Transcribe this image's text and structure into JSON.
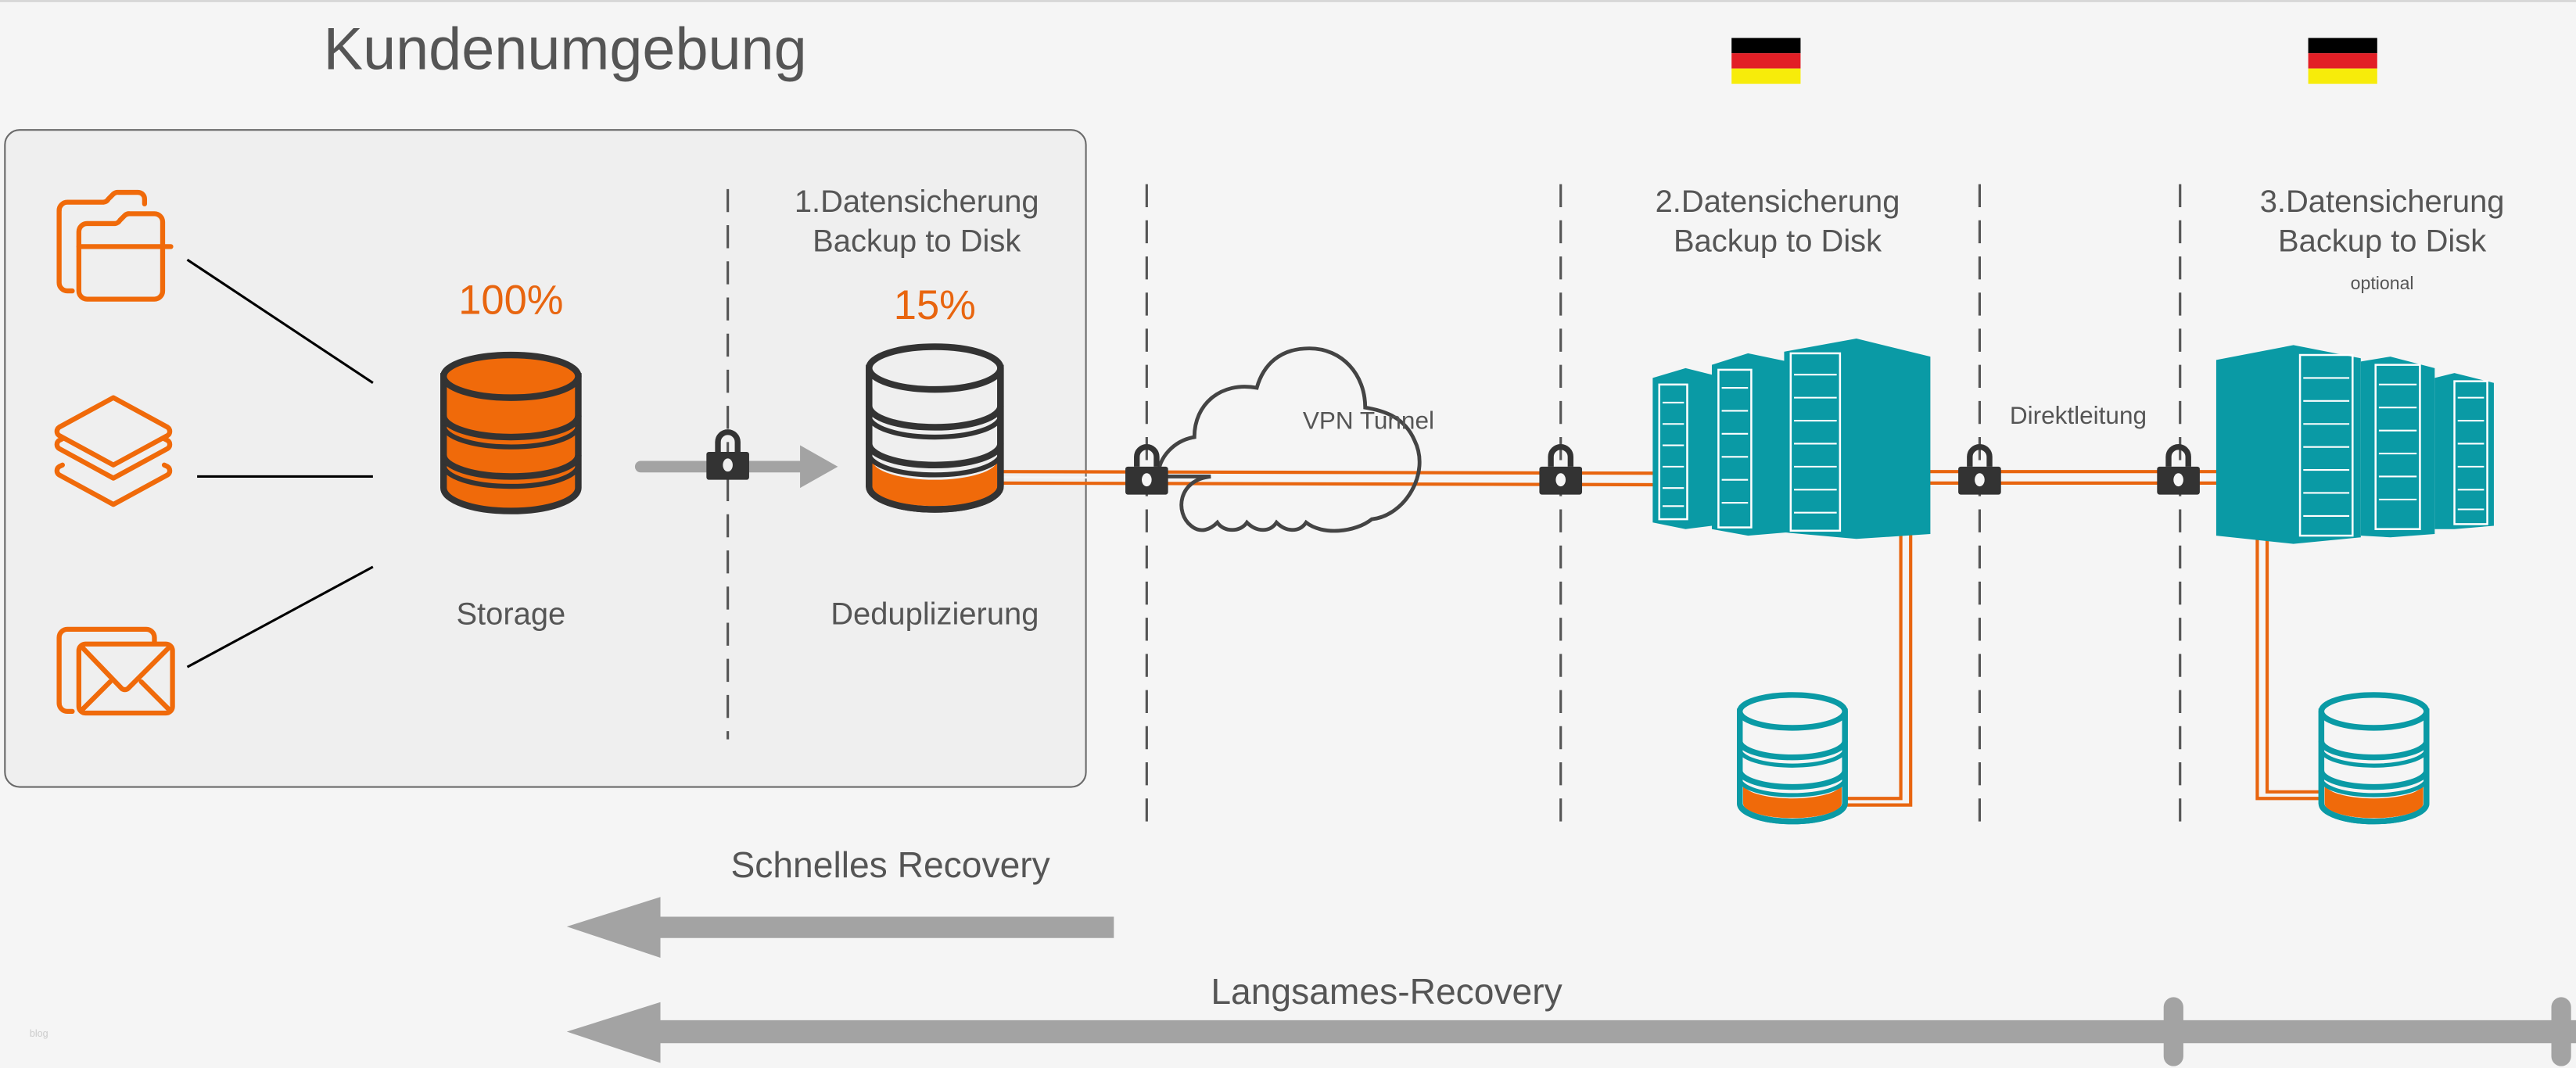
{
  "title": "Kundenumgebung",
  "colors": {
    "accent_orange": "#f06a0a",
    "teal": "#0a9aa5",
    "dark": "#333333",
    "arrow_gray": "#a3a3a3",
    "flag_black": "#000000",
    "flag_red": "#e21f26",
    "flag_gold": "#f7ec0a"
  },
  "sources": [
    {
      "name": "files",
      "icon": "folders-icon"
    },
    {
      "name": "layers",
      "icon": "layers-icon"
    },
    {
      "name": "mail",
      "icon": "mail-icon"
    }
  ],
  "storage": {
    "percent_label": "100%",
    "label": "Storage",
    "fill_fraction": 1.0
  },
  "backup1": {
    "line1": "1.Datensicherung",
    "line2": "Backup to Disk",
    "percent_label": "15%",
    "label": "Deduplizierung",
    "fill_fraction": 0.25
  },
  "vpn": {
    "label": "VPN Tunnel"
  },
  "backup2": {
    "line1": "2.Datensicherung",
    "line2": "Backup to Disk",
    "flag": "germany-flag"
  },
  "direct": {
    "label": "Direktleitung"
  },
  "backup3": {
    "line1": "3.Datensicherung",
    "line2": "Backup to Disk",
    "note": "optional",
    "flag": "germany-flag"
  },
  "recovery": {
    "fast": "Schnelles Recovery",
    "slow": "Langsames-Recovery"
  },
  "watermark": "blog"
}
